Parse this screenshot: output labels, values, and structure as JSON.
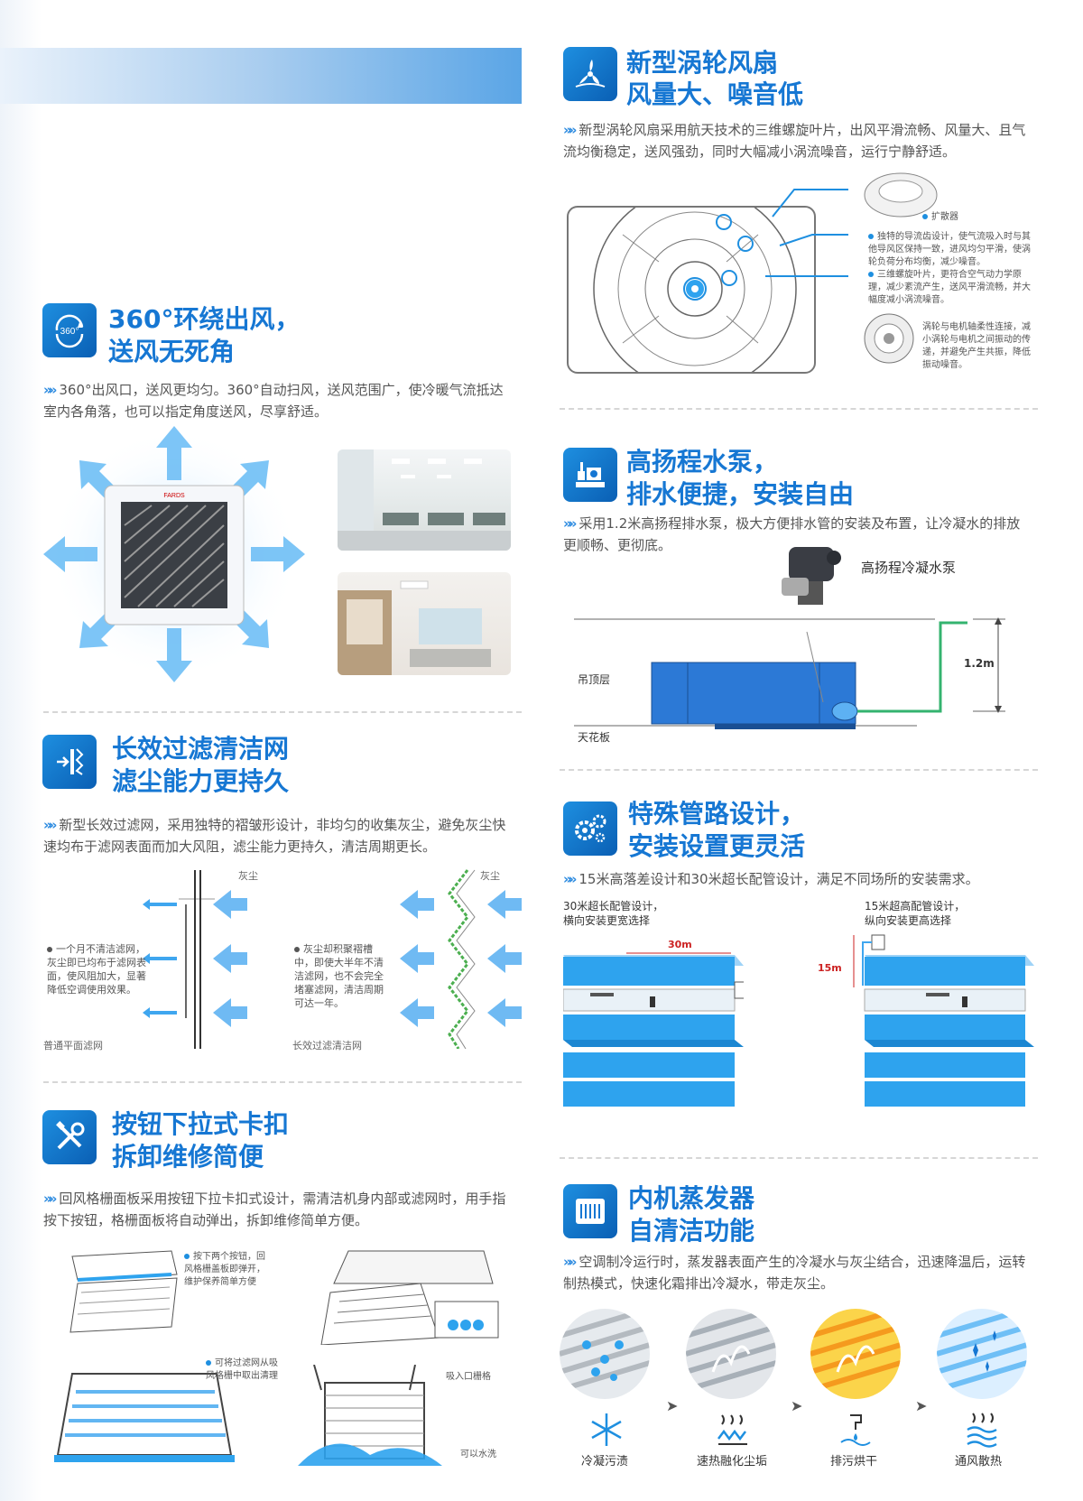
{
  "features": {
    "fan": {
      "title1": "新型涡轮风扇",
      "title2": "风量大、噪音低",
      "desc": "新型涡轮风扇采用航天技术的三维螺旋叶片，出风平滑流畅、风量大、且气流均衡稳定，送风强劲，同时大幅减小涡流噪音，运行宁静舒适。",
      "callouts": [
        "扩散器",
        "独特的导流齿设计，使气流吸入时与其他导风区保持一致，进风均匀平滑，使涡轮负荷分布均衡，减少噪音。",
        "三维螺旋叶片，更符合空气动力学原理，减少紊流产生，送风平滑流畅，并大幅度减小涡流噪音。",
        "涡轮与电机轴柔性连接，减小涡轮与电机之间振动的传递，并避免产生共振，降低振动噪音。"
      ]
    },
    "airflow": {
      "title1": "360°环绕出风，",
      "title2": "送风无死角",
      "desc": "360°出风口，送风更均匀。360°自动扫风，送风范围广，使冷暖气流抵达室内各角落，也可以指定角度送风，尽享舒适。",
      "icon_label": "360°",
      "brand": "FARDS"
    },
    "pump": {
      "title1": "高扬程水泵，",
      "title2": "排水便捷，安装自由",
      "desc": "采用1.2米高扬程排水泵，极大方便排水管的安装及布置，让冷凝水的排放更顺畅、更彻底。",
      "pump_label": "高扬程冷凝水泵",
      "height_label": "1.2m",
      "ceiling_layer": "吊顶层",
      "ceiling_board": "天花板"
    },
    "filter": {
      "title1": "长效过滤清洁网",
      "title2": "滤尘能力更持久",
      "desc": "新型长效过滤网，采用独特的褶皱形设计，非均匀的收集灰尘，避免灰尘快速均布于滤网表面而加大风阻，滤尘能力更持久，清洁周期更长。",
      "dust_label": "灰尘",
      "left_note": "一个月不清洁滤网，灰尘即已均布于滤网表面，使风阻加大，显著降低空调使用效果。",
      "right_note": "灰尘却积聚褶槽中，即使大半年不清洁滤网，也不会完全堵塞滤网，清洁周期可达一年。",
      "left_caption": "普通平面滤网",
      "right_caption": "长效过滤清洁网"
    },
    "pipe": {
      "title1": "特殊管路设计，",
      "title2": "安装设置更灵活",
      "desc": "15米高落差设计和30米超长配管设计，满足不同场所的安装需求。",
      "left_caption1": "30米超长配管设计，",
      "left_caption2": "横向安装更宽选择",
      "right_caption1": "15米超高配管设计，",
      "right_caption2": "纵向安装更高选择",
      "left_dim": "30m",
      "right_dim": "15m"
    },
    "button": {
      "title1": "按钮下拉式卡扣",
      "title2": "拆卸维修简便",
      "desc": "回风格栅面板采用按钮下拉卡扣式设计，需清洁机身内部或滤网时，用手指按下按钮，格栅面板将自动弹出，拆卸维修简单方便。",
      "note1": "按下两个按钮，回风格栅盖板即弹开，维护保养简单方便",
      "note2": "可将过滤网从吸风格栅中取出清理",
      "note3": "吸入口栅格",
      "note4": "可以水洗"
    },
    "evaporator": {
      "title1": "内机蒸发器",
      "title2": "自清洁功能",
      "desc": "空调制冷运行时，蒸发器表面产生的冷凝水与灰尘结合，迅速降温后，运转制热模式，快速化霜排出冷凝水，带走灰尘。",
      "steps": [
        "冷凝污渍",
        "速热融化尘垢",
        "排污烘干",
        "通风散热"
      ]
    }
  },
  "colors": {
    "accent": "#1677d3",
    "blue_light": "#3fa6ef",
    "blue_dark": "#0a5fb4"
  }
}
